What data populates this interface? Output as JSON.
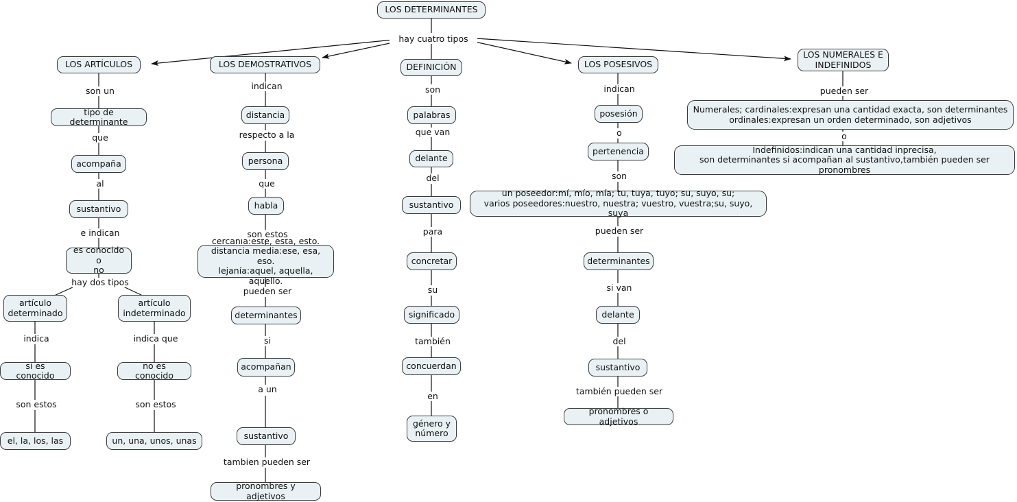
{
  "map": {
    "title": "LOS DETERMINANTES",
    "style": {
      "node_fill": "#e9f1f4",
      "node_border": "#3a3a3a",
      "line_color": "#111111",
      "background": "#ffffff"
    }
  },
  "root": {
    "label": "LOS DETERMINANTES",
    "relation": "hay cuatro tipos"
  },
  "branches": {
    "articulos": {
      "title": "LOS ARTÍCULOS",
      "chain": [
        {
          "link": "son un",
          "label": "tipo de determinante"
        },
        {
          "link": "que",
          "label": "acompaña"
        },
        {
          "link": "al",
          "label": "sustantivo"
        },
        {
          "link": "e indican",
          "label": "es conocido o\nno"
        }
      ],
      "split_link": "hay dos tipos",
      "left": {
        "label": "artículo\ndeterminado",
        "chain": [
          {
            "link": "indica",
            "label": "si es conocido"
          },
          {
            "link": "son estos",
            "label": "el, la, los, las"
          }
        ]
      },
      "right": {
        "label": "artículo\nindeterminado",
        "chain": [
          {
            "link": "indica que",
            "label": "no es conocido"
          },
          {
            "link": "son estos",
            "label": "un, una, unos, unas"
          }
        ]
      }
    },
    "demostrativos": {
      "title": "LOS DEMOSTRATIVOS",
      "chain": [
        {
          "link": "indican",
          "label": "distancia"
        },
        {
          "link": "respecto a la",
          "label": "persona"
        },
        {
          "link": "que",
          "label": "habla"
        },
        {
          "link": "son estos",
          "label": "cercanía:este, esta, esto.\ndistancia media:ese, esa, eso.\nlejanía:aquel, aquella, aquello."
        },
        {
          "link": "pueden ser",
          "label": "determinantes"
        },
        {
          "link": "si",
          "label": "acompañan"
        },
        {
          "link": "a un",
          "label": "sustantivo"
        },
        {
          "link": "tambien pueden ser",
          "label": "pronombres y adjetivos"
        }
      ]
    },
    "definicion": {
      "title": "DEFINICIÓN",
      "chain": [
        {
          "link": "son",
          "label": "palabras"
        },
        {
          "link": "que van",
          "label": "delante"
        },
        {
          "link": "del",
          "label": "sustantivo"
        },
        {
          "link": "para",
          "label": "concretar"
        },
        {
          "link": "su",
          "label": "significado"
        },
        {
          "link": "también",
          "label": "concuerdan"
        },
        {
          "link": "en",
          "label": "género y\nnúmero"
        }
      ]
    },
    "posesivos": {
      "title": "LOS POSESIVOS",
      "chain": [
        {
          "link": "indican",
          "label": "posesión"
        },
        {
          "link": "o",
          "label": "pertenencia"
        },
        {
          "link": "son",
          "label": "un poseedor:mí, mío, mía; tu, tuya, tuyo; su, suyo, su;\nvarios poseedores:nuestro, nuestra; vuestro, vuestra;su, suyo, suya"
        },
        {
          "link": "pueden ser",
          "label": "determinantes"
        },
        {
          "link": "si van",
          "label": "delante"
        },
        {
          "link": "del",
          "label": "sustantivo"
        },
        {
          "link": "también pueden ser",
          "label": "pronombres o adjetivos"
        }
      ]
    },
    "numerales": {
      "title": "LOS NUMERALES E\nINDEFINIDOS",
      "chain": [
        {
          "link": "pueden ser",
          "label": "Numerales; cardinales:expresan una cantidad exacta, son determinantes\nordinales:expresan un orden determinado, son adjetivos"
        },
        {
          "link": "o",
          "label": "Indefinidos:indican una cantidad inprecisa,\nson determinantes si acompañan al sustantivo,también pueden ser pronombres"
        }
      ]
    }
  }
}
